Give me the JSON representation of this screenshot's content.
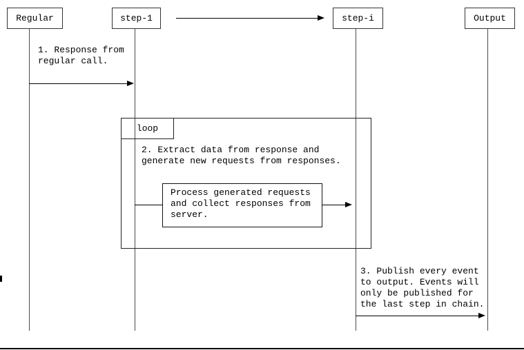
{
  "participants": [
    {
      "label": "Regular"
    },
    {
      "label": "step-1"
    },
    {
      "label": "step-i"
    },
    {
      "label": "Output"
    }
  ],
  "loop": {
    "label": "loop"
  },
  "messages": {
    "msg1": "1. Response from\nregular call.",
    "msg2": "2. Extract data from response and\ngenerate new requests from responses.",
    "process": "Process generated requests\nand collect responses from\nserver.",
    "msg3": "3. Publish every event\nto output. Events will\nonly be published for\nthe last step in chain."
  },
  "colors": {
    "background": "#ffffff",
    "text": "#000000",
    "box_border": "#333333",
    "arrow": "#000000",
    "lifeline": "#4a4a4a"
  }
}
